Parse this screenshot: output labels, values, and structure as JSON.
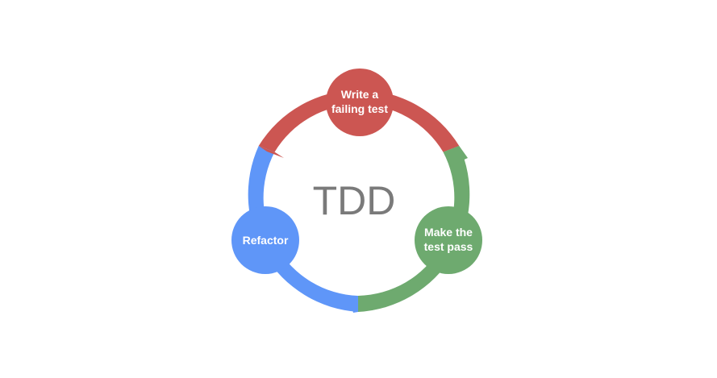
{
  "center": {
    "title": "TDD"
  },
  "steps": [
    {
      "line1": "Write a",
      "line2": "failing test",
      "color": "#cc5652"
    },
    {
      "line1": "Make the",
      "line2": "test pass",
      "color": "#6eaa6f"
    },
    {
      "line1": "Refactor",
      "line2": "",
      "color": "#5f96f8"
    }
  ]
}
